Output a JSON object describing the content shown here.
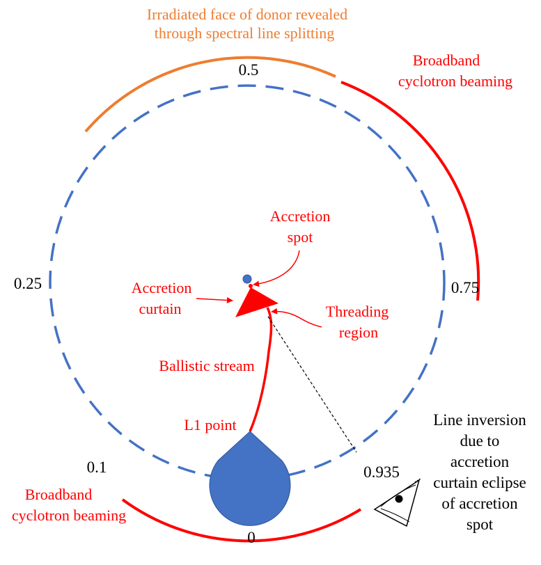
{
  "colors": {
    "orbit": "#4472c4",
    "donor": "#4472c4",
    "cyclotron": "#ff0000",
    "irradiated": "#ed7d31",
    "annotation": "#ff0000",
    "text": "#000000"
  },
  "phases": {
    "p0": "0",
    "p01": "0.1",
    "p025": "0.25",
    "p05": "0.5",
    "p075": "0.75",
    "p0935": "0.935"
  },
  "arcs": {
    "irradiated": {
      "line1": "Irradiated face of donor revealed",
      "line2": "through spectral line splitting"
    },
    "cyclotron_top": {
      "line1": "Broadband",
      "line2": "cyclotron beaming"
    },
    "cyclotron_bottom": {
      "line1": "Broadband",
      "line2": "cyclotron beaming"
    }
  },
  "labels": {
    "accretion_spot": {
      "line1": "Accretion",
      "line2": "spot"
    },
    "accretion_curtain": {
      "line1": "Accretion",
      "line2": "curtain"
    },
    "threading_region": {
      "line1": "Threading",
      "line2": "region"
    },
    "ballistic_stream": "Ballistic stream",
    "l1_point": "L1 point"
  },
  "observer_note": {
    "line1": "Line inversion",
    "line2": "due to",
    "line3": "accretion",
    "line4": "curtain eclipse",
    "line5": "of accretion",
    "line6": "spot"
  },
  "icons": {
    "observer": "eye-icon"
  }
}
